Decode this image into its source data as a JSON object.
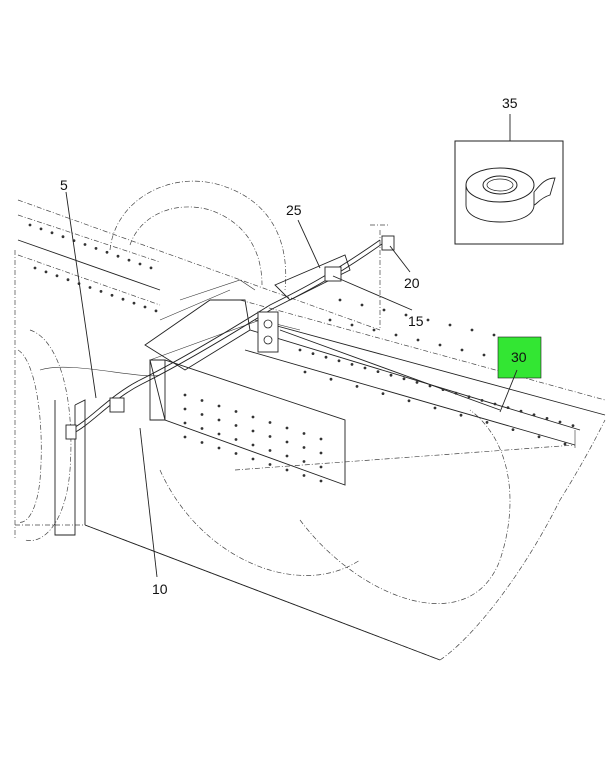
{
  "callouts": {
    "c5": "5",
    "c10": "10",
    "c15": "15",
    "c20": "20",
    "c25": "25",
    "c30": "30",
    "c35": "35"
  },
  "colors": {
    "highlight": "#33e633",
    "line": "#222222"
  }
}
